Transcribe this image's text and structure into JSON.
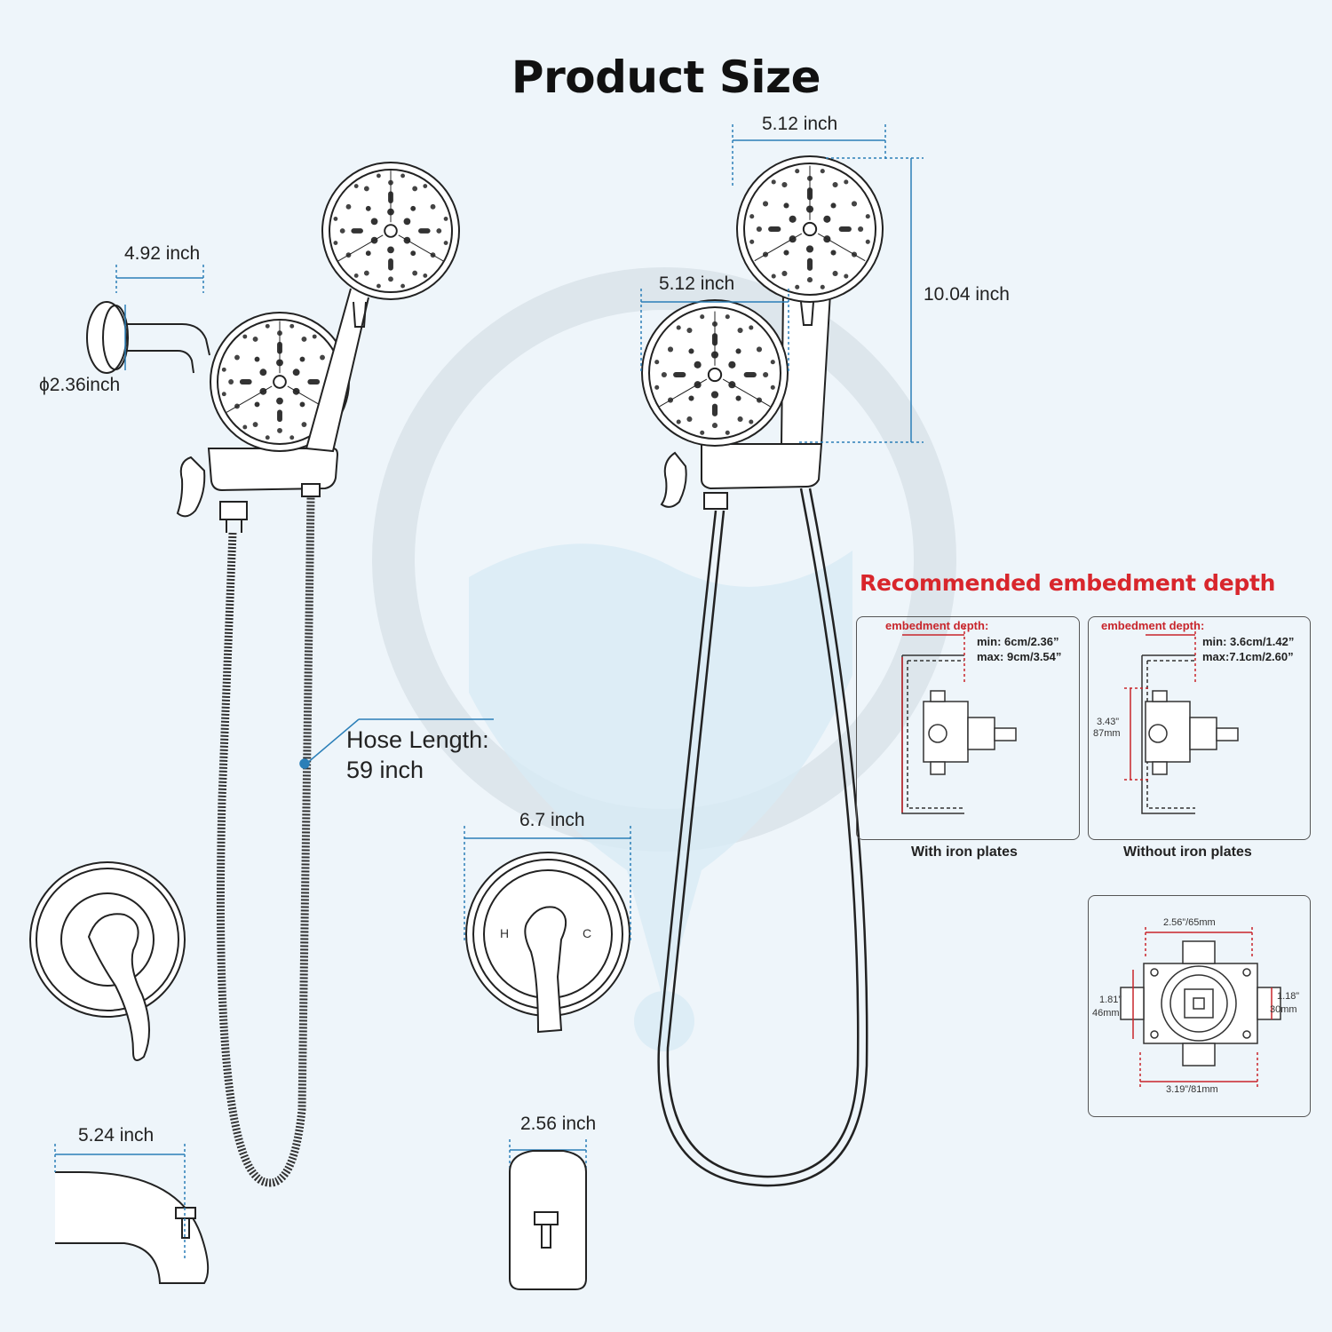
{
  "title": "Product Size",
  "dimensions": {
    "arm_length": "4.92 inch",
    "flange_diameter": "ϕ2.36inch",
    "hose_length_line1": "Hose Length:",
    "hose_length_line2": "59 inch",
    "handheld_width": "5.12 inch",
    "fixed_head_width": "5.12 inch",
    "total_height": "10.04 inch",
    "trim_plate_width": "6.7 inch",
    "spout_length": "5.24 inch",
    "spout_width": "2.56 inch"
  },
  "trim_marks": {
    "hot": "H",
    "cold": "C"
  },
  "embedment": {
    "title": "Recommended embedment depth",
    "with_plates": {
      "label": "embedment depth:",
      "min": "min: 6cm/2.36”",
      "max": "max: 9cm/3.54”",
      "caption": "With iron plates"
    },
    "without_plates": {
      "label": "embedment depth:",
      "min": "min: 3.6cm/1.42”",
      "max": "max:7.1cm/2.60”",
      "side_in": "3.43”",
      "side_mm": "87mm",
      "caption": "Without iron plates"
    }
  },
  "valve": {
    "top": "2.56”/65mm",
    "left_in": "1.81”",
    "left_mm": "46mm",
    "right_in": "1.18”",
    "right_mm": "30mm",
    "bottom": "3.19”/81mm"
  },
  "colors": {
    "background": "#eef5fa",
    "accent_blue": "#2b7fb8",
    "dimension_red": "#c8252b",
    "line": "#222222"
  }
}
